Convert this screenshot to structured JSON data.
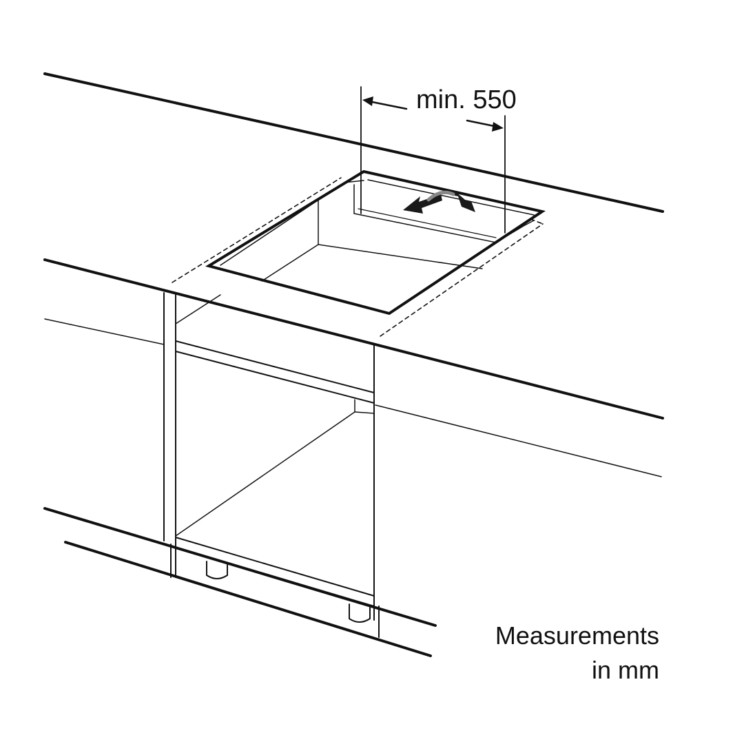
{
  "dimension_label": "min. 550",
  "note": {
    "line1": "Measurements",
    "line2": "in mm"
  },
  "colors": {
    "line": "#111111",
    "arrow": "#1a1a1a"
  }
}
